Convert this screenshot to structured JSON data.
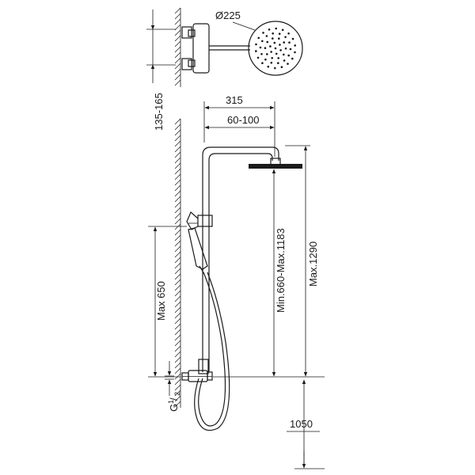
{
  "dimensions": {
    "head_diameter": "Ø225",
    "arm_length": "315",
    "arm_adjust": "60-100",
    "valve_centers": "135-165",
    "rail_max": "Max 650",
    "head_height_range": "Min.660-Max.1183",
    "total_height": "Max.1290",
    "floor_height": "1050",
    "thread_letter": "G",
    "thread_num": "1",
    "thread_den": "2"
  }
}
